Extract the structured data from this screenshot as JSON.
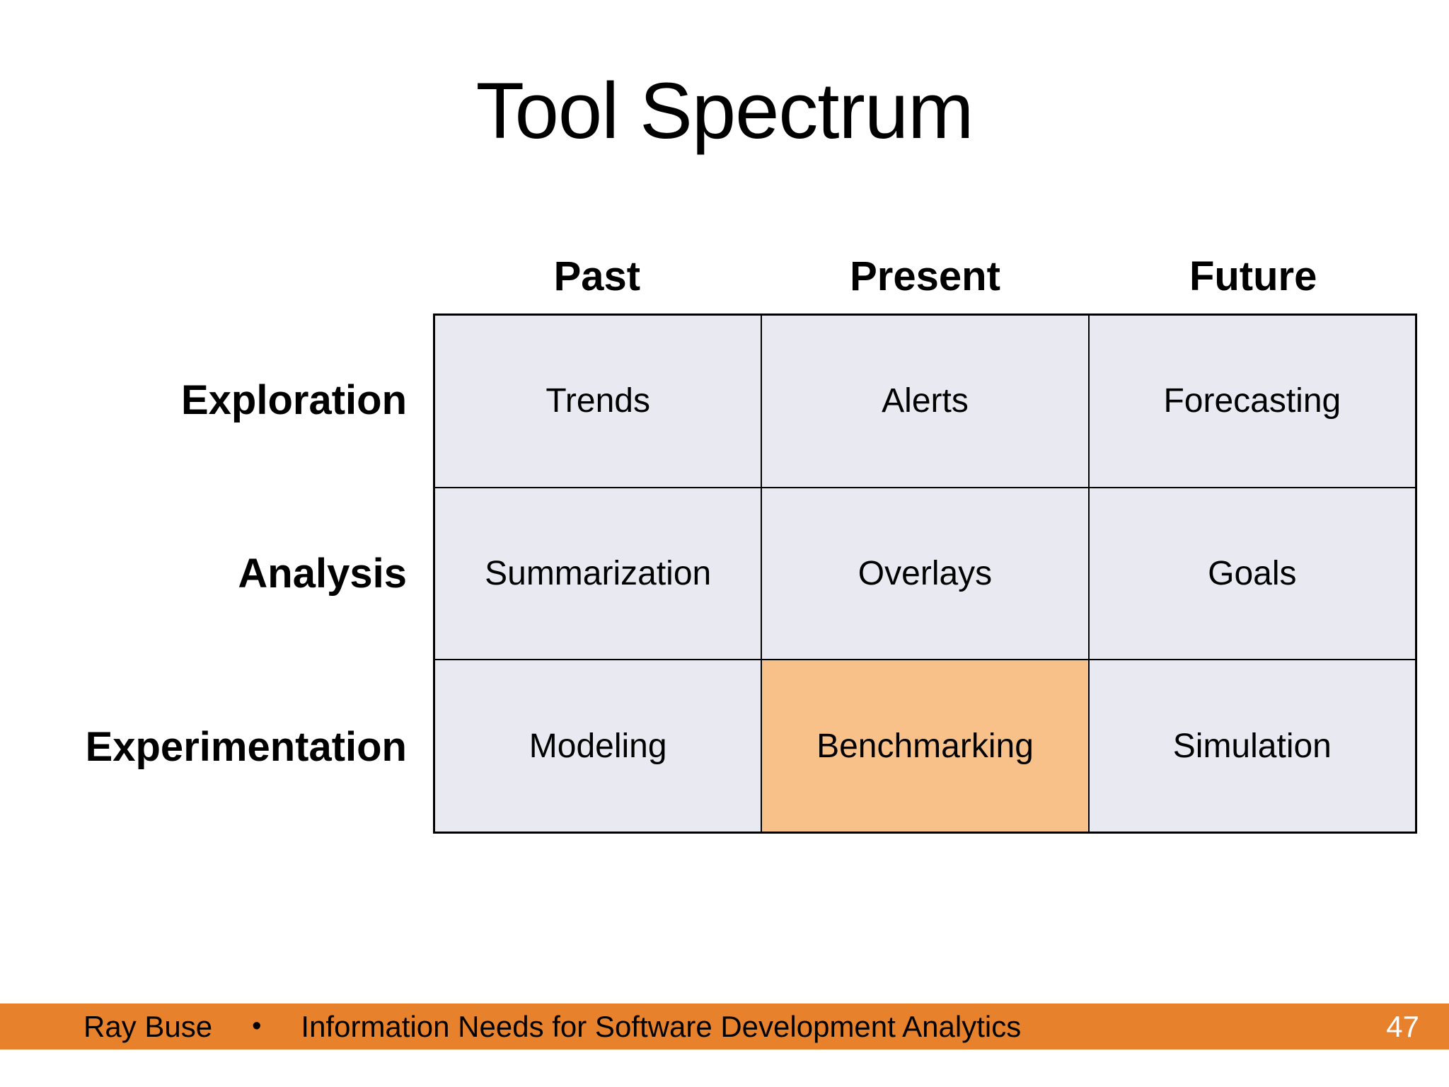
{
  "slide": {
    "title": "Tool Spectrum",
    "matrix": {
      "column_headers": [
        "Past",
        "Present",
        "Future"
      ],
      "rows": [
        {
          "label": "Exploration",
          "cells": [
            {
              "label": "Trends",
              "highlighted": false
            },
            {
              "label": "Alerts",
              "highlighted": false
            },
            {
              "label": "Forecasting",
              "highlighted": false
            }
          ]
        },
        {
          "label": "Analysis",
          "cells": [
            {
              "label": "Summarization",
              "highlighted": false
            },
            {
              "label": "Overlays",
              "highlighted": false
            },
            {
              "label": "Goals",
              "highlighted": false
            }
          ]
        },
        {
          "label": "Experimentation",
          "cells": [
            {
              "label": "Modeling",
              "highlighted": false
            },
            {
              "label": "Benchmarking",
              "highlighted": true
            },
            {
              "label": "Simulation",
              "highlighted": false
            }
          ]
        }
      ],
      "highlighted_cell": "Benchmarking"
    },
    "footer": {
      "author": "Ray Buse",
      "separator": "•",
      "deck_title": "Information Needs for Software Development Analytics",
      "page_number": "47"
    },
    "colors": {
      "slide_bg": "#ffffff",
      "cell_fill": "#e9eaf1",
      "highlight_fill": "#f9c18a",
      "footer_bar": "#e8812c",
      "border": "#000000",
      "text": "#000000",
      "page_number_text": "#ffffff"
    }
  }
}
